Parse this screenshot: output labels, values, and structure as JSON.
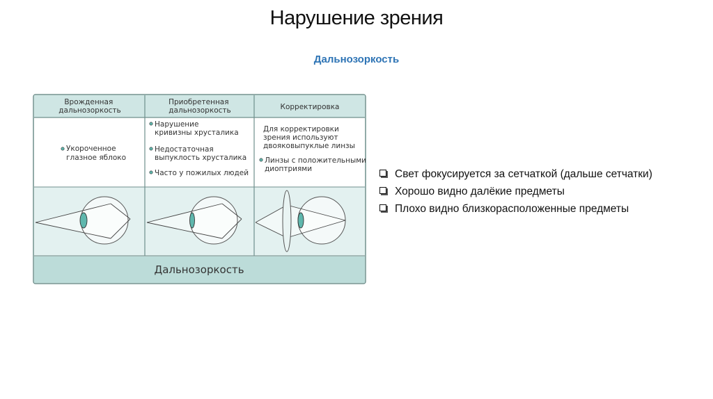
{
  "title": "Нарушение зрения",
  "subtitle": "Дальнозоркость",
  "diagram": {
    "columns": [
      {
        "header": [
          "Врожденная",
          "дальнозоркость"
        ],
        "notes": [
          [
            "Укороченное",
            "глазное яблоко"
          ]
        ]
      },
      {
        "header": [
          "Приобретенная",
          "дальнозоркость"
        ],
        "notes": [
          [
            "Нарушение",
            "кривизны хрусталика"
          ],
          [
            "Недостаточная",
            "выпуклость хрусталика"
          ],
          [
            "Часто у пожилых людей"
          ]
        ]
      },
      {
        "header": [
          "Корректировка"
        ],
        "notes": [
          [
            "Для корректировки",
            "зрения используют",
            "двояковыпуклые линзы"
          ],
          [
            "Линзы с положительными",
            "диоптриями"
          ]
        ]
      }
    ],
    "footer": "Дальнозоркость",
    "colors": {
      "panel": "#cfe6e4",
      "panel_light": "#e3f1f0",
      "lens": "#5fb7ad",
      "border": "#6f8f8c"
    }
  },
  "bullets": [
    "Свет фокусируется за сетчаткой (дальше сетчатки)",
    "Хорошо видно далёкие предметы",
    "Плохо видно близкорасположенные предметы"
  ]
}
